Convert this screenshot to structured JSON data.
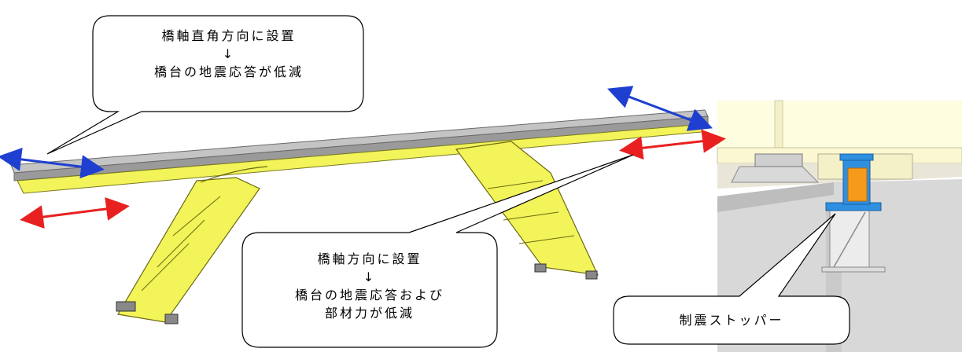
{
  "callouts": {
    "perpendicular": {
      "line1": "橋軸直角方向に設置",
      "arrow": "↓",
      "line2": "橋台の地震応答が低減"
    },
    "axial": {
      "line1": "橋軸方向に設置",
      "arrow": "↓",
      "line2": "橋台の地震応答および",
      "line3": "部材力が低減"
    },
    "stopper": {
      "label": "制震ストッパー"
    }
  },
  "colors": {
    "transverse_arrow": "#1f3fd0",
    "longitudinal_arrow": "#e82020",
    "steel_frame": "#f3f35a",
    "deck": "#a8a8a8",
    "stopper_body": "#2f8fe0",
    "stopper_core": "#f59a1a",
    "abutment": "#fffde0"
  }
}
